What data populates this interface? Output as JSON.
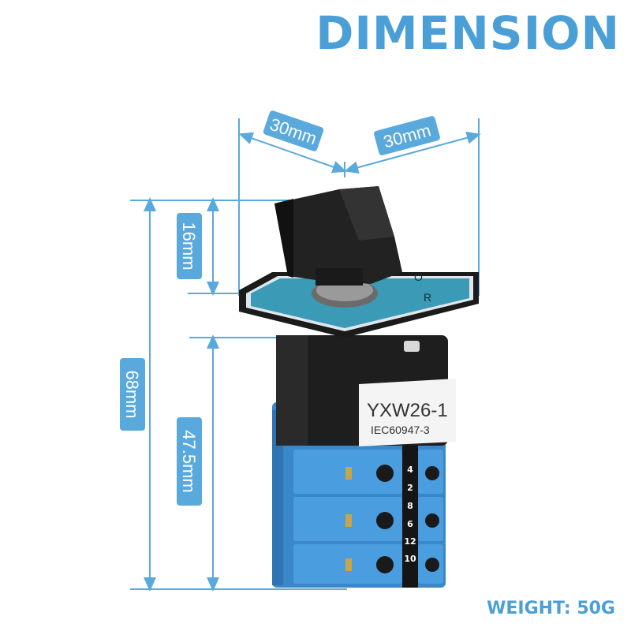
{
  "title": "DIMENSION",
  "weight": "WEIGHT: 50G",
  "dimensions": {
    "width_left": "30mm",
    "width_right": "30mm",
    "handle_height": "16mm",
    "total_height": "68mm",
    "body_height": "47.5mm"
  },
  "product": {
    "model_label": "YXW26-1",
    "standard_label": "IEC60947-3",
    "terminal_numbers": [
      "4",
      "2",
      "8",
      "6",
      "12",
      "10"
    ],
    "dial_letters": [
      "O",
      "R"
    ]
  },
  "colors": {
    "accent": "#4a9fd6",
    "dimension_line": "#5aa9dc",
    "switch_blue": "#3d8fd1",
    "body_black": "#1e1e1e"
  }
}
